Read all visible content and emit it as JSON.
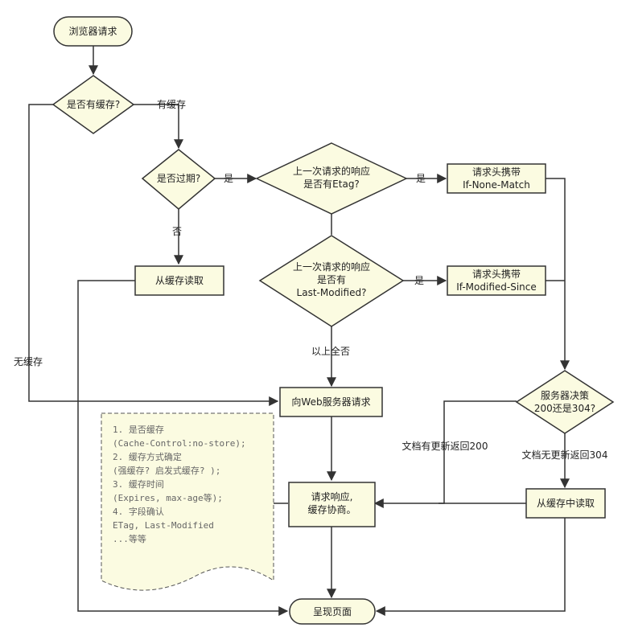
{
  "nodes": {
    "browser_request": "浏览器请求",
    "has_cache": "是否有缓存?",
    "expired": "是否过期?",
    "read_cache": "从缓存读取",
    "etag_q1": "上一次请求的响应",
    "etag_q2": "是否有Etag?",
    "ims_q1": "上一次请求的响应",
    "ims_q2": "是否有",
    "ims_q3": "Last-Modified?",
    "inm_h1": "请求头携带",
    "inm_h2": "If-None-Match",
    "ims_h1": "请求头携带",
    "ims_h2": "If-Modified-Since",
    "server_request": "向Web服务器请求",
    "server_decide1": "服务器决策",
    "server_decide2": "200还是304?",
    "response1": "请求响应,",
    "response2": "缓存协商。",
    "read_cache2": "从缓存中读取",
    "render": "呈现页面"
  },
  "labels": {
    "has_cache_yes": "有缓存",
    "no_cache": "无缓存",
    "expired_yes": "是",
    "expired_no": "否",
    "etag_yes": "是",
    "ims_yes": "是",
    "all_no": "以上全否",
    "doc_updated": "文档有更新返回200",
    "doc_not_updated": "文档无更新返回304"
  },
  "note": {
    "line1": "1. 是否缓存",
    "line2": "(Cache-Control:no-store);",
    "line3": "2. 缓存方式确定",
    "line4": "(强缓存? 启发式缓存? );",
    "line5": "3. 缓存时间",
    "line6": "(Expires, max-age等);",
    "line7": " 4. 字段确认",
    "line8": "ETag, Last-Modified",
    "line9": "...等等"
  }
}
